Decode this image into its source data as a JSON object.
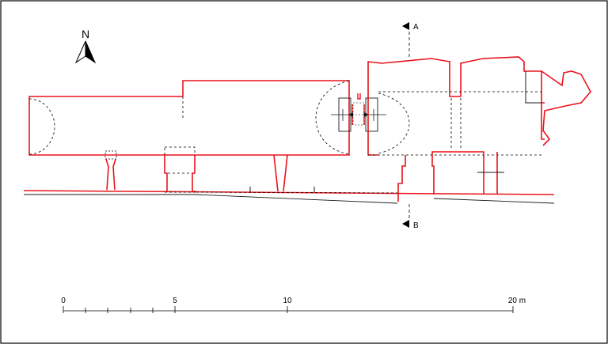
{
  "north_label": "N",
  "section_labels": {
    "top": "A",
    "bottom": "B"
  },
  "scale_labels": {
    "zero": "0",
    "five": "5",
    "ten": "10",
    "twenty": "20 m"
  },
  "colors": {
    "wall": "#e8141c",
    "line": "#1a1a1a",
    "frame": "#000000"
  },
  "icons": {
    "north": "north-arrow-icon",
    "section": "section-arrow-icon"
  }
}
